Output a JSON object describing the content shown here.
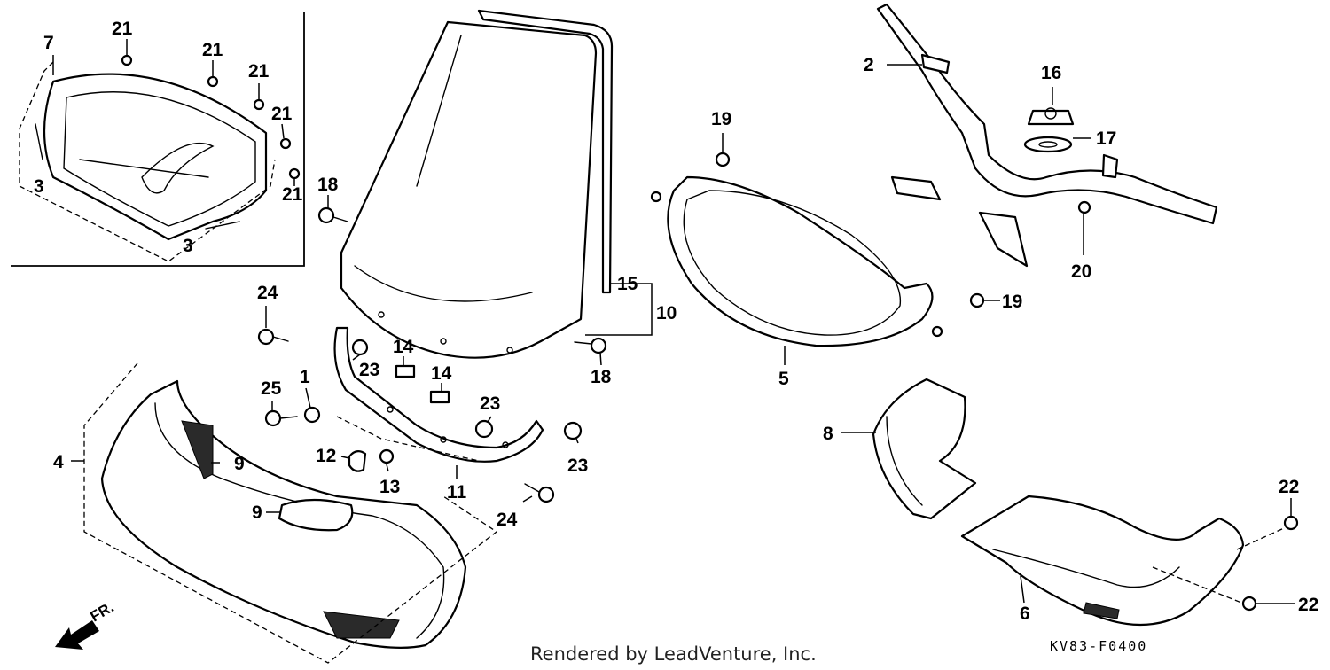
{
  "callouts": {
    "c1": "1",
    "c2": "2",
    "c3a": "3",
    "c3b": "3",
    "c4": "4",
    "c5": "5",
    "c6": "6",
    "c7": "7",
    "c8": "8",
    "c9a": "9",
    "c9b": "9",
    "c10": "10",
    "c11": "11",
    "c12": "12",
    "c13": "13",
    "c14a": "14",
    "c14b": "14",
    "c15": "15",
    "c16": "16",
    "c17": "17",
    "c18a": "18",
    "c18b": "18",
    "c19a": "19",
    "c19b": "19",
    "c20": "20",
    "c21a": "21",
    "c21b": "21",
    "c21c": "21",
    "c21d": "21",
    "c21e": "21",
    "c22a": "22",
    "c22b": "22",
    "c23a": "23",
    "c23b": "23",
    "c23c": "23",
    "c24a": "24",
    "c24b": "24",
    "c25": "25"
  },
  "direction_label": "FR.",
  "credit": "Rendered by LeadVenture, Inc.",
  "diagram_code": "KV83-F0400"
}
